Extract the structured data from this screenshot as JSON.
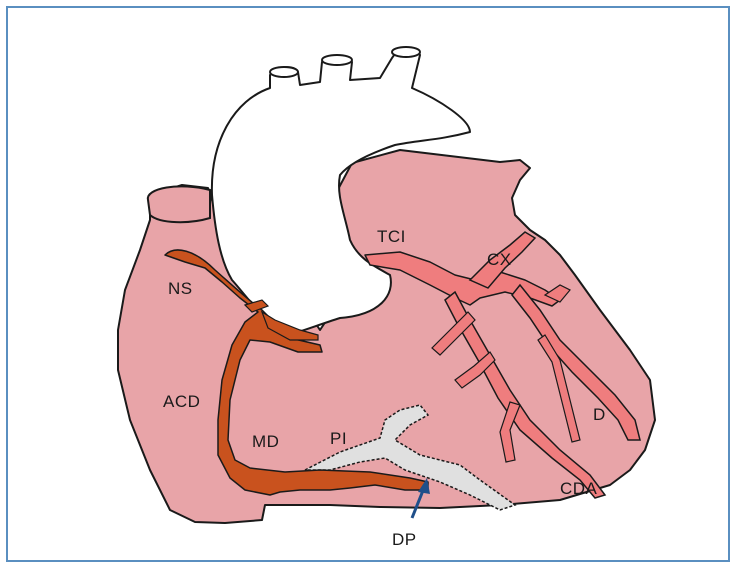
{
  "diagram": {
    "labels": {
      "ns": "NS",
      "acd": "ACD",
      "md": "MD",
      "pi": "PI",
      "tci": "TCI",
      "cx": "CX",
      "d": "D",
      "cda": "CDA",
      "dp": "DP"
    },
    "colors": {
      "frame": "#5a8fc0",
      "heart_fill": "#e8a4a8",
      "outline": "#1a1a1a",
      "right_coronary": "#c9521e",
      "left_coronary": "#ef7d7e",
      "posterior_vessel": "#e0e0e0",
      "arrow": "#1f4f8a",
      "great_vessels": "#ffffff"
    }
  }
}
